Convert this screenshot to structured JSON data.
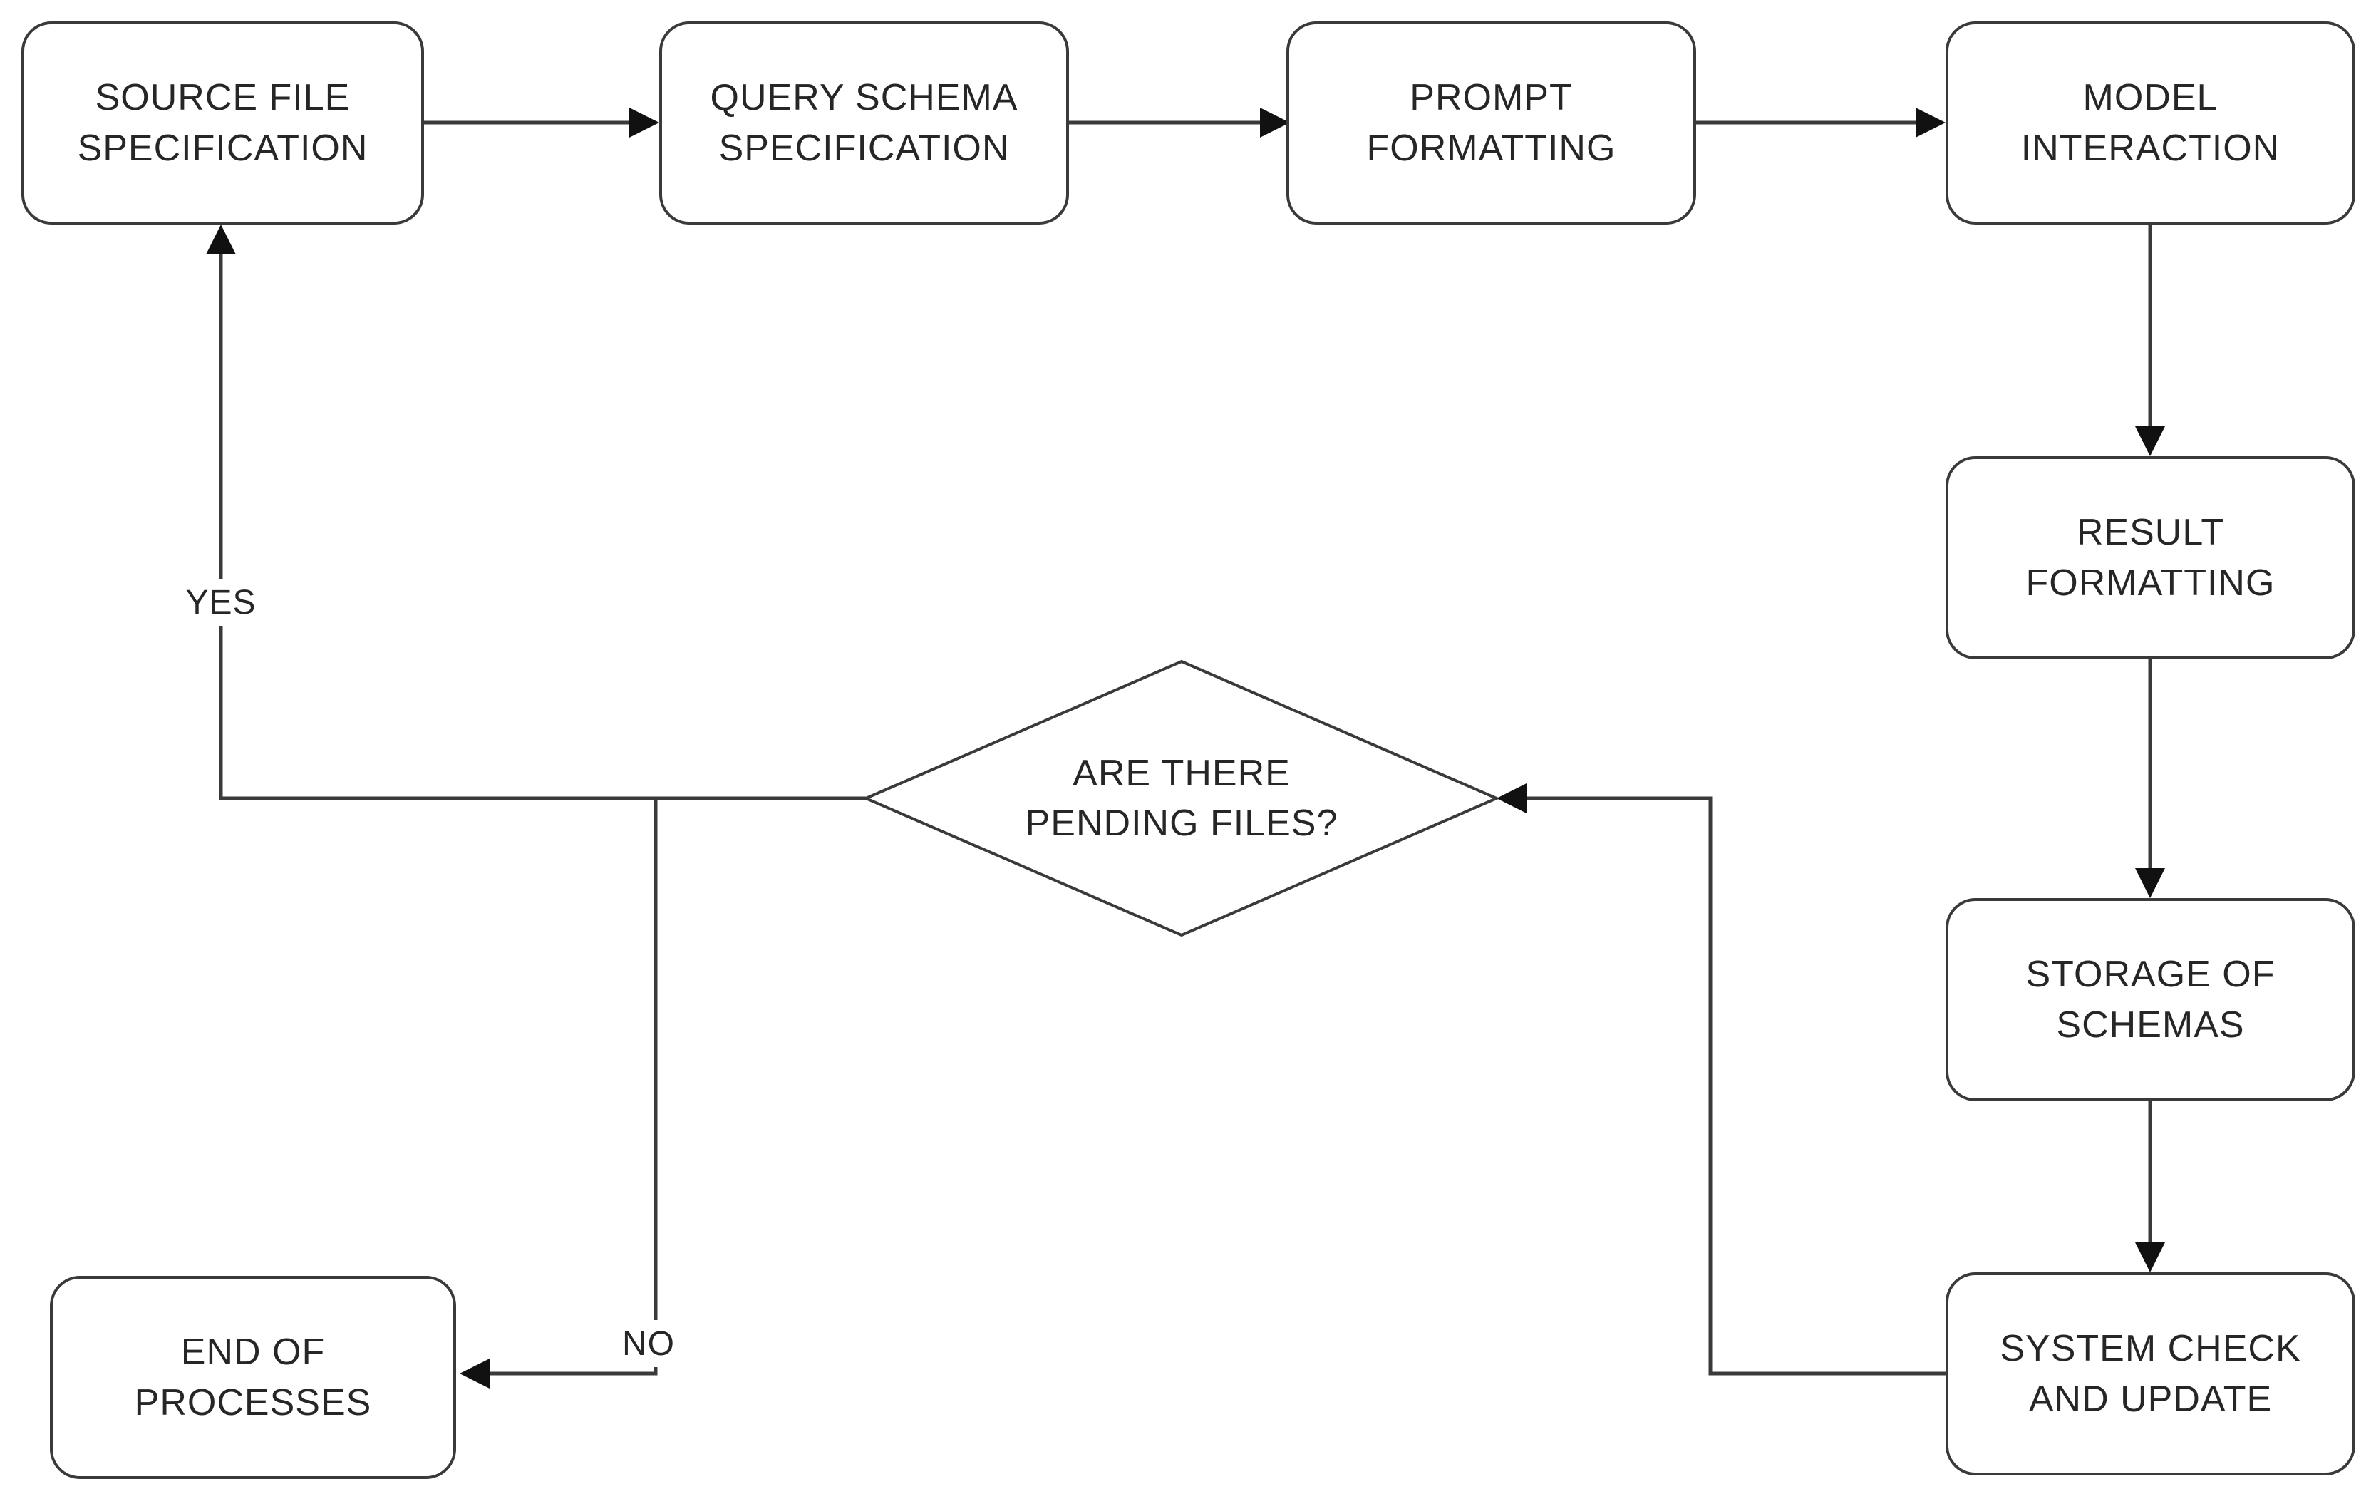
{
  "nodes": {
    "source_file_specification": {
      "label": "SOURCE FILE\nSPECIFICATION"
    },
    "query_schema_specification": {
      "label": "QUERY SCHEMA\nSPECIFICATION"
    },
    "prompt_formatting": {
      "label": "PROMPT\nFORMATTING"
    },
    "model_interaction": {
      "label": "MODEL\nINTERACTION"
    },
    "result_formatting": {
      "label": "RESULT\nFORMATTING"
    },
    "storage_of_schemas": {
      "label": "STORAGE OF\nSCHEMAS"
    },
    "system_check_and_update": {
      "label": "SYSTEM CHECK\nAND UPDATE"
    },
    "pending_files_decision": {
      "label": "ARE THERE\nPENDING FILES?"
    },
    "end_of_processes": {
      "label": "END OF\nPROCESSES"
    }
  },
  "edge_labels": {
    "yes": "YES",
    "no": "NO"
  },
  "edges": [
    {
      "from": "SOURCE FILE SPECIFICATION",
      "to": "QUERY SCHEMA SPECIFICATION"
    },
    {
      "from": "QUERY SCHEMA SPECIFICATION",
      "to": "PROMPT FORMATTING"
    },
    {
      "from": "PROMPT FORMATTING",
      "to": "MODEL INTERACTION"
    },
    {
      "from": "MODEL INTERACTION",
      "to": "RESULT FORMATTING"
    },
    {
      "from": "RESULT FORMATTING",
      "to": "STORAGE OF SCHEMAS"
    },
    {
      "from": "STORAGE OF SCHEMAS",
      "to": "SYSTEM CHECK AND UPDATE"
    },
    {
      "from": "SYSTEM CHECK AND UPDATE",
      "to": "ARE THERE PENDING FILES?"
    },
    {
      "from": "ARE THERE PENDING FILES?",
      "to": "SOURCE FILE SPECIFICATION",
      "label": "YES"
    },
    {
      "from": "ARE THERE PENDING FILES?",
      "to": "END OF PROCESSES",
      "label": "NO"
    }
  ],
  "colors": {
    "line": "#3a3a3a",
    "text": "#262626",
    "background": "#ffffff"
  }
}
